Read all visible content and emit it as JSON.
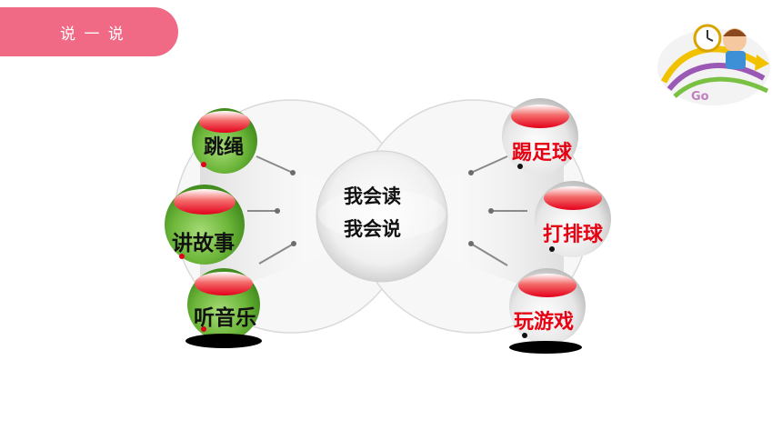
{
  "header": {
    "badge_text": "说 一 说"
  },
  "center": {
    "line1": "我会读",
    "line2": "我会说"
  },
  "left_items": [
    {
      "label": "跳绳"
    },
    {
      "label": "讲故事"
    },
    {
      "label": "听音乐"
    }
  ],
  "right_items": [
    {
      "label": "踢足球"
    },
    {
      "label": "打排球"
    },
    {
      "label": "玩游戏"
    }
  ],
  "colors": {
    "badge": "#f06a86",
    "left_bubble": "#6cb63a",
    "right_bubble": "#e9e9e9",
    "left_text": "#111111",
    "right_text": "#e60012"
  },
  "decoration": {
    "text": "Go"
  }
}
